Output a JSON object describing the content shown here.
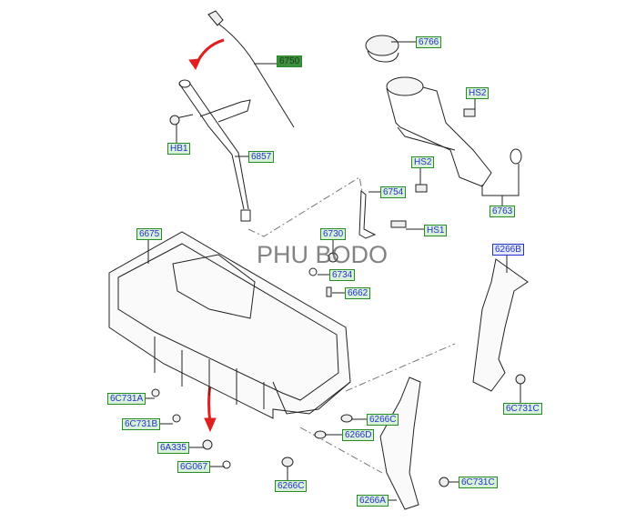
{
  "watermark": "PHU BODO",
  "colors": {
    "label_bg": "#d9f0d9",
    "label_border": "#2a8a2a",
    "label_text": "#2233cc",
    "arrow": "#e02020"
  },
  "labels": {
    "l6750": "6750",
    "l6766": "6766",
    "hs2_top": "HS2",
    "hb1": "HB1",
    "l6857": "6857",
    "hs2_mid": "HS2",
    "l6754": "6754",
    "hs1": "HS1",
    "l6763": "6763",
    "l6675": "6675",
    "l6730": "6730",
    "l6734": "6734",
    "l6662": "6662",
    "l6266b": "6266B",
    "l6c731a": "6C731A",
    "l6c731b": "6C731B",
    "l6a335": "6A335",
    "l6g067": "6G067",
    "l6266c_a": "6266C",
    "l6266d": "6266D",
    "l6266c_b": "6266C",
    "l6266a": "6266A",
    "l6c731c_a": "6C731C",
    "l6c731c_b": "6C731C"
  }
}
